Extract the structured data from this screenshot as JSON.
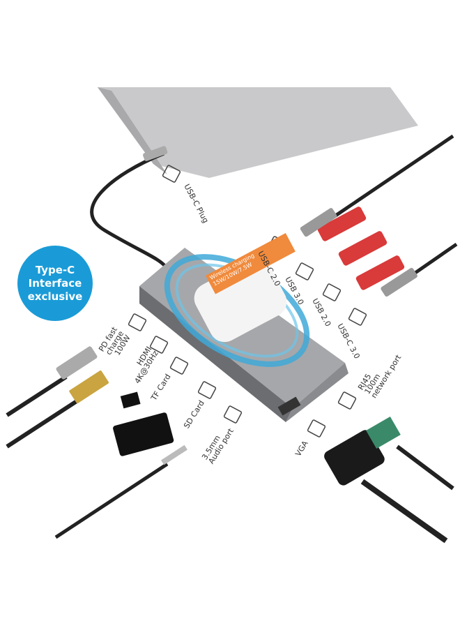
{
  "badge": {
    "line1": "Type-C",
    "line2": "Interface",
    "line3": "exclusive",
    "color": "#1a9bd7"
  },
  "charger": {
    "line1": "Wireless charging",
    "line2": "15W/10W/7.5W",
    "color": "#f08a3c"
  },
  "ports_right": [
    {
      "label": "USB-C Plug",
      "icon": "usb-c-icon"
    },
    {
      "label": "USB-C 2.0",
      "icon": "usb-c-icon"
    },
    {
      "label": "USB 3.0",
      "icon": "usb-icon"
    },
    {
      "label": "USB 2.0",
      "icon": "usb-icon"
    },
    {
      "label": "USB-C 3.0",
      "icon": "usb-c-icon"
    },
    {
      "label_lines": [
        "RJ45",
        "100m",
        "network port"
      ],
      "icon": "ethernet-icon"
    }
  ],
  "ports_left": [
    {
      "label_lines": [
        "PD fast",
        "charge",
        "100W"
      ],
      "icon": "usb-c-icon"
    },
    {
      "label_lines": [
        "HDMI",
        "4K@30Hz"
      ],
      "icon": "hdmi-icon"
    },
    {
      "label": "TF Card",
      "icon": "tf-card-icon"
    },
    {
      "label": "SD Card",
      "icon": "sd-card-icon"
    },
    {
      "label_lines": [
        "3.5mm",
        "Audio port"
      ],
      "icon": "audio-jack-icon"
    },
    {
      "label": "VGA",
      "icon": "vga-icon"
    }
  ]
}
